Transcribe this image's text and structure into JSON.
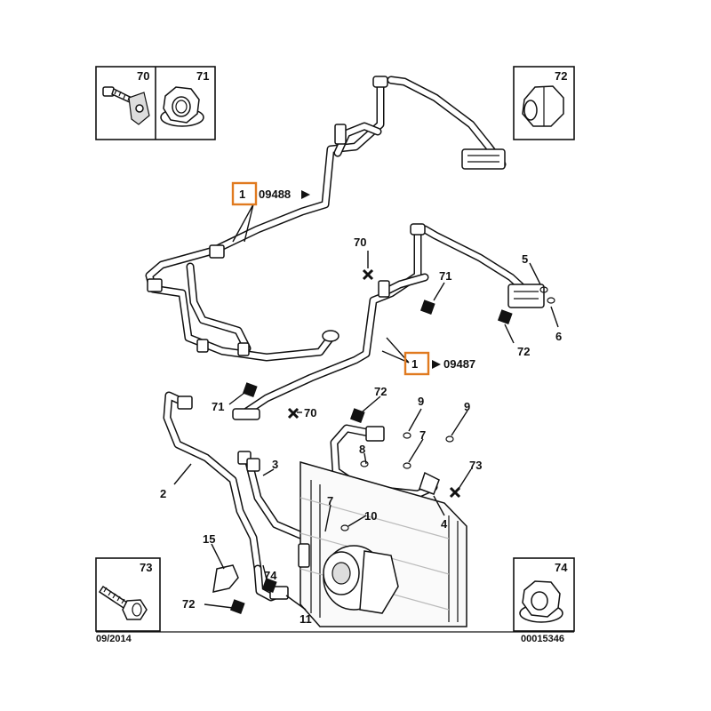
{
  "corner_boxes": {
    "top_left_a": "70",
    "top_left_b": "71",
    "top_right": "72",
    "bottom_left": "73",
    "bottom_right": "74"
  },
  "refs": {
    "ref_1a_num": "1",
    "ref_1a_code": "09488",
    "ref_1b_num": "1",
    "ref_1b_code": "09487"
  },
  "callouts": {
    "c70_top": "70",
    "c71_top": "71",
    "c72_right": "72",
    "c5": "5",
    "c6": "6",
    "c71_mid": "71",
    "c70_mid": "70",
    "c72_mid": "72",
    "c9_a": "9",
    "c9_b": "9",
    "c7_a": "7",
    "c8": "8",
    "c73": "73",
    "c4": "4",
    "c3": "3",
    "c2": "2",
    "c7_b": "7",
    "c10": "10",
    "c15": "15",
    "c74": "74",
    "c72_low": "72",
    "c11": "11"
  },
  "footer": {
    "date": "09/2014",
    "doc_number": "00015346"
  },
  "colors": {
    "highlight": "#e07a1f",
    "line": "#111111"
  }
}
